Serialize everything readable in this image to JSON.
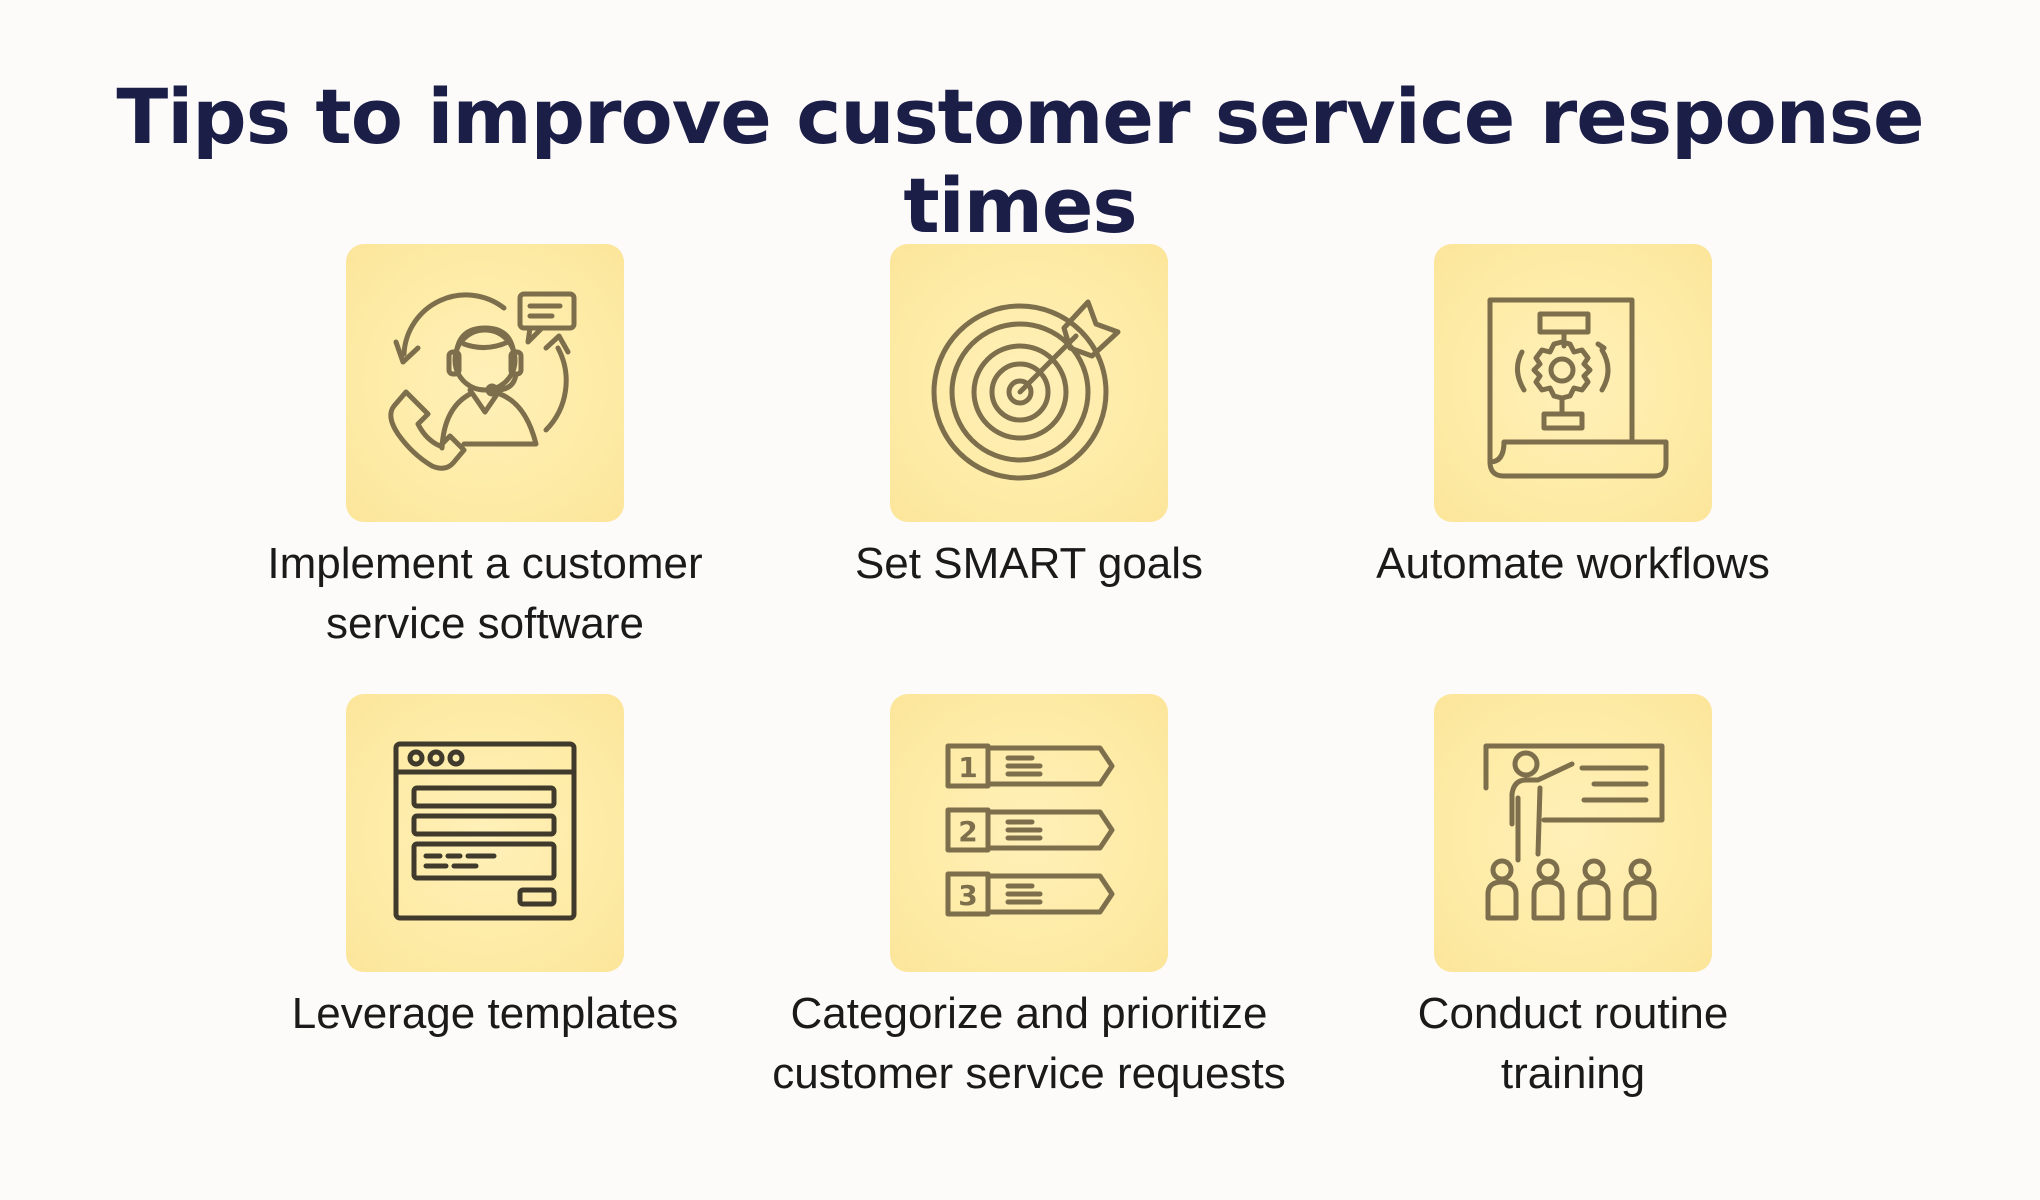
{
  "title": "Tips to improve customer service response times",
  "colors": {
    "title": "#1b1e47",
    "card_background": "#fdeaa3",
    "icon_stroke": "#7d6e4c",
    "icon_stroke_dark": "#3f3a2c",
    "label_text": "#1a1a1a",
    "page_background": "#fdfbfa"
  },
  "tips": [
    {
      "icon": "customer-service-agent-icon",
      "label_lines": [
        "Implement a customer",
        "service software"
      ]
    },
    {
      "icon": "target-arrow-icon",
      "label_lines": [
        "Set SMART goals"
      ]
    },
    {
      "icon": "workflow-gear-icon",
      "label_lines": [
        "Automate workflows"
      ]
    },
    {
      "icon": "template-window-icon",
      "label_lines": [
        "Leverage templates"
      ]
    },
    {
      "icon": "numbered-list-icon",
      "label_lines": [
        "Categorize and prioritize",
        "customer service requests"
      ],
      "list_numbers": [
        "1",
        "2",
        "3"
      ]
    },
    {
      "icon": "training-presentation-icon",
      "label_lines": [
        "Conduct routine",
        "training"
      ]
    }
  ]
}
